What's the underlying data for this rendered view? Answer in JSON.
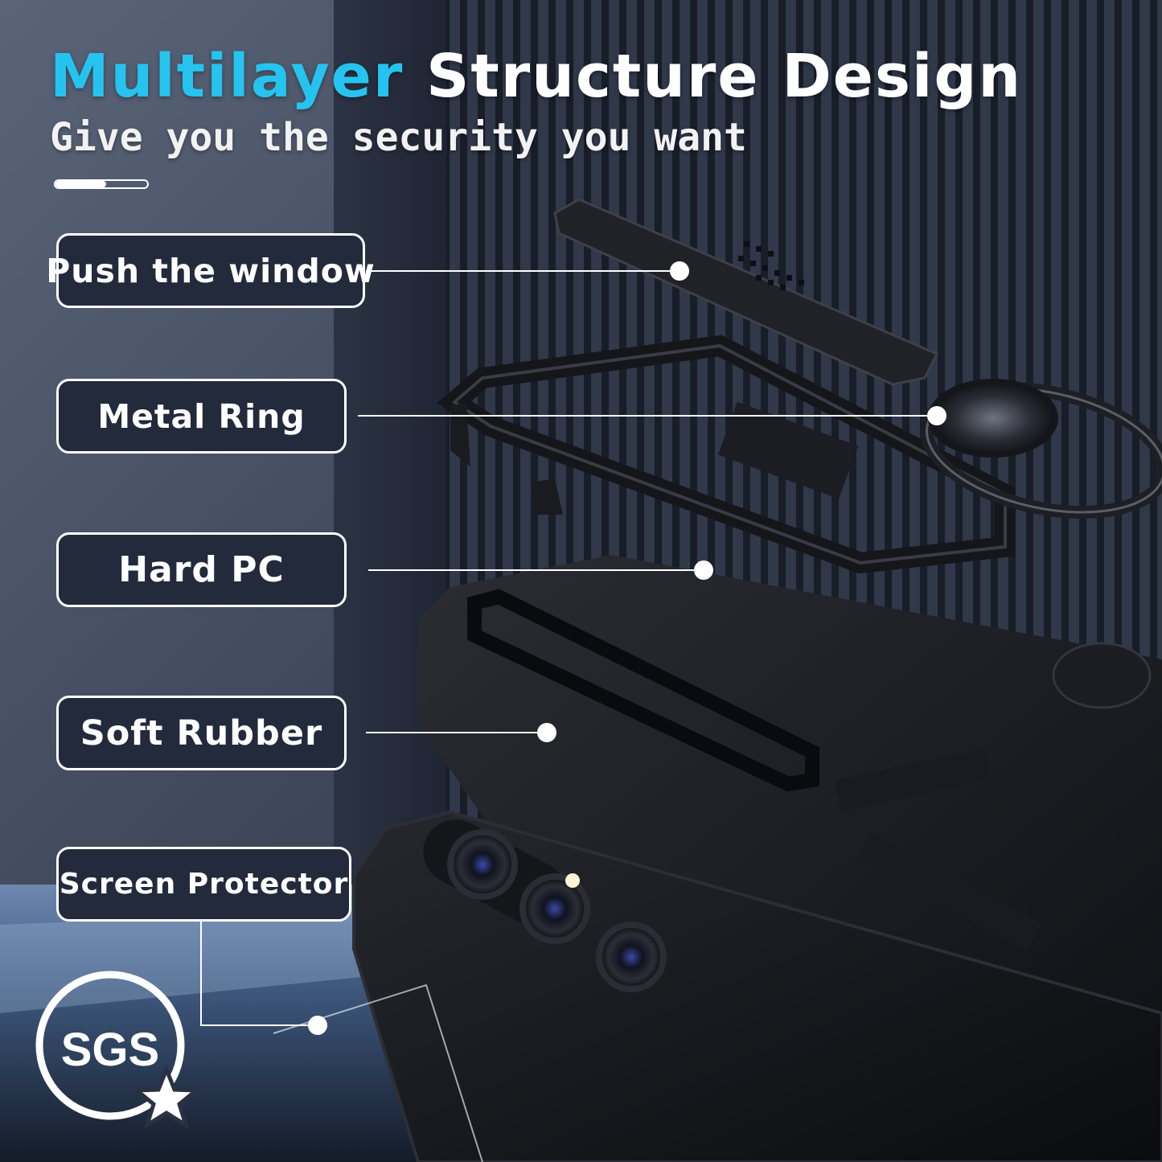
{
  "headline": {
    "accent": "Multilayer",
    "rest": "Structure Design"
  },
  "subheadline": "Give you the security you want",
  "progress_indicator": {
    "fraction": 0.55
  },
  "layers": [
    {
      "label": "Push the window"
    },
    {
      "label": "Metal Ring"
    },
    {
      "label": "Hard PC"
    },
    {
      "label": "Soft Rubber"
    },
    {
      "label": "Screen Protector"
    }
  ],
  "certification_badge": {
    "text": "SGS",
    "icon": "star-icon"
  },
  "colors": {
    "accent": "#25c4f0",
    "label_bg": "#222a3c",
    "text": "#ffffff"
  }
}
